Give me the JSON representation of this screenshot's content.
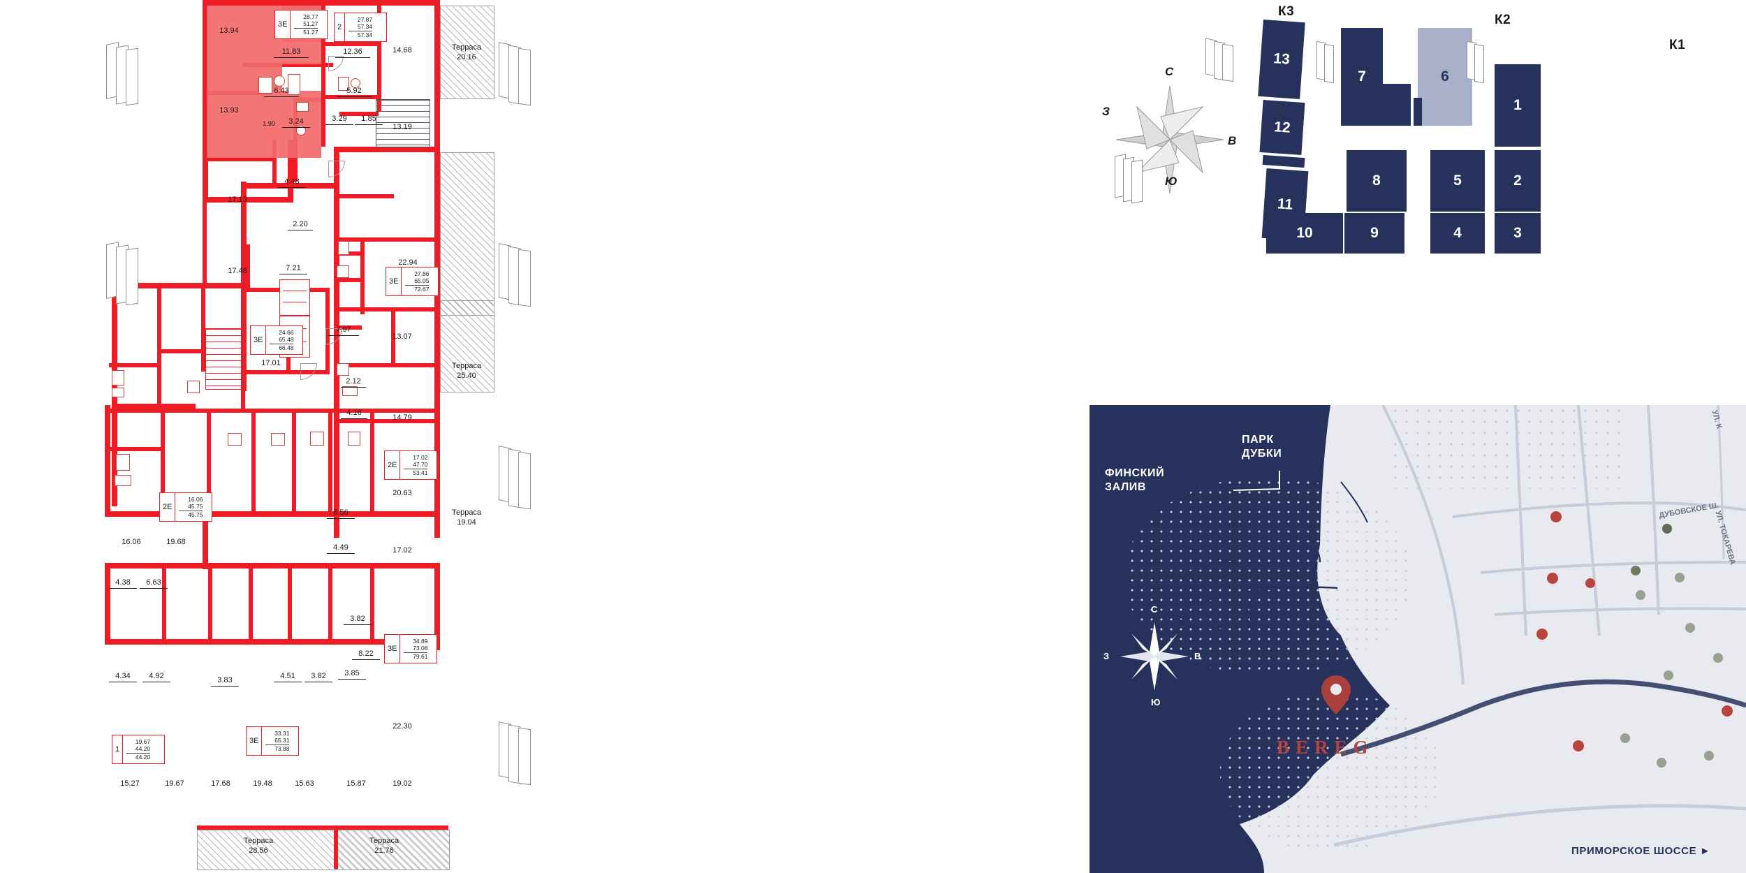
{
  "floorplan": {
    "rooms": [
      {
        "id": "r1",
        "value": "13.94"
      },
      {
        "id": "r2",
        "value": "11.83"
      },
      {
        "id": "r3",
        "value": "12.36"
      },
      {
        "id": "r4",
        "value": "14.68"
      },
      {
        "id": "r5",
        "value": "6.43"
      },
      {
        "id": "r6",
        "value": "5.92"
      },
      {
        "id": "r7",
        "value": "13.93"
      },
      {
        "id": "r8",
        "value": "3.24"
      },
      {
        "id": "r9",
        "value": "1.90"
      },
      {
        "id": "r10",
        "value": "3.29"
      },
      {
        "id": "r11",
        "value": "1.85"
      },
      {
        "id": "r12",
        "value": "13.19"
      },
      {
        "id": "r13",
        "value": "17.13"
      },
      {
        "id": "r14",
        "value": "4.48"
      },
      {
        "id": "r15",
        "value": "2.20"
      },
      {
        "id": "r16",
        "value": "17.46"
      },
      {
        "id": "r17",
        "value": "7.21"
      },
      {
        "id": "r18",
        "value": "22.94"
      },
      {
        "id": "r19",
        "value": "17.01"
      },
      {
        "id": "r20",
        "value": "7.97"
      },
      {
        "id": "r21",
        "value": "13.07"
      },
      {
        "id": "r22",
        "value": "2.12"
      },
      {
        "id": "r23",
        "value": "14.79"
      },
      {
        "id": "r24",
        "value": "4.16"
      },
      {
        "id": "r25",
        "value": "20.63"
      },
      {
        "id": "r26",
        "value": "6.56"
      },
      {
        "id": "r27",
        "value": "17.02"
      },
      {
        "id": "r28",
        "value": "4.49"
      },
      {
        "id": "r29",
        "value": "3.82"
      },
      {
        "id": "r30",
        "value": "8.22"
      },
      {
        "id": "r31",
        "value": "22.30"
      },
      {
        "id": "r32",
        "value": "16.06"
      },
      {
        "id": "r33",
        "value": "19.68"
      },
      {
        "id": "r34",
        "value": "4.38"
      },
      {
        "id": "r35",
        "value": "6.63"
      },
      {
        "id": "r36",
        "value": "4.34"
      },
      {
        "id": "r37",
        "value": "4.92"
      },
      {
        "id": "r38",
        "value": "3.83"
      },
      {
        "id": "r39",
        "value": "4.51"
      },
      {
        "id": "r40",
        "value": "3.82"
      },
      {
        "id": "r41",
        "value": "3.85"
      },
      {
        "id": "r42",
        "value": "15.27"
      },
      {
        "id": "r43",
        "value": "19.67"
      },
      {
        "id": "r44",
        "value": "17.68"
      },
      {
        "id": "r45",
        "value": "19.48"
      },
      {
        "id": "r46",
        "value": "15.63"
      },
      {
        "id": "r47",
        "value": "15.87"
      },
      {
        "id": "r48",
        "value": "19.02"
      }
    ],
    "apartments": [
      {
        "id": "a1",
        "type": "3Е",
        "lines": [
          "28.77",
          "51.27",
          "51.27"
        ]
      },
      {
        "id": "a2",
        "type": "2",
        "lines": [
          "27.87",
          "57.34",
          "57.34"
        ]
      },
      {
        "id": "a3",
        "type": "3Е",
        "lines": [
          "27.86",
          "65.05",
          "72.67"
        ]
      },
      {
        "id": "a4",
        "type": "3Е",
        "lines": [
          "24.66",
          "65.48",
          "66.48"
        ]
      },
      {
        "id": "a5",
        "type": "2Е",
        "lines": [
          "17.02",
          "47.70",
          "53.41"
        ]
      },
      {
        "id": "a6",
        "type": "2Е",
        "lines": [
          "16.06",
          "45.75",
          "45.75"
        ]
      },
      {
        "id": "a7",
        "type": "3Е",
        "lines": [
          "34.89",
          "73.08",
          "79.61"
        ]
      },
      {
        "id": "a8",
        "type": "1",
        "lines": [
          "19.67",
          "44.20",
          "44.20"
        ]
      },
      {
        "id": "a9",
        "type": "3Е",
        "lines": [
          "33.31",
          "65.31",
          "73.88"
        ]
      }
    ],
    "terraces": [
      {
        "id": "t1",
        "title": "Терраса",
        "value": "20.16"
      },
      {
        "id": "t2",
        "title": "Терраса",
        "value": "25.40"
      },
      {
        "id": "t3",
        "title": "Терраса",
        "value": "19.04"
      },
      {
        "id": "t4",
        "title": "Терраса",
        "value": "28.56"
      },
      {
        "id": "t5",
        "title": "Терраса",
        "value": "21.76"
      }
    ]
  },
  "sitekey": {
    "groups": [
      {
        "id": "k3",
        "label": "К3"
      },
      {
        "id": "k2",
        "label": "К2"
      },
      {
        "id": "k1",
        "label": "К1"
      }
    ],
    "buildings": [
      {
        "id": "b13",
        "label": "13"
      },
      {
        "id": "b12",
        "label": "12"
      },
      {
        "id": "b11",
        "label": "11"
      },
      {
        "id": "b10",
        "label": "10"
      },
      {
        "id": "b9",
        "label": "9"
      },
      {
        "id": "b8",
        "label": "8"
      },
      {
        "id": "b7",
        "label": "7"
      },
      {
        "id": "b6",
        "label": "6"
      },
      {
        "id": "b5",
        "label": "5"
      },
      {
        "id": "b4",
        "label": "4"
      },
      {
        "id": "b3",
        "label": "3"
      },
      {
        "id": "b2",
        "label": "2"
      },
      {
        "id": "b1",
        "label": "1"
      }
    ],
    "compass": {
      "n": "С",
      "s": "Ю",
      "w": "З",
      "e": "В"
    }
  },
  "map": {
    "labels": [
      {
        "id": "park",
        "text": "ПАРК\nДУБКИ"
      },
      {
        "id": "gulf",
        "text": "ФИНСКИЙ\nЗАЛИВ"
      }
    ],
    "park_label_line1": "ПАРК",
    "park_label_line2": "ДУБКИ",
    "gulf_label_line1": "ФИНСКИЙ",
    "gulf_label_line2": "ЗАЛИВ",
    "streets": [
      {
        "id": "dubovskoe",
        "text": "ДУБОВСКОЕ Ш."
      },
      {
        "id": "tokareva",
        "text": "УЛ. ТОКАРЕВА"
      },
      {
        "id": "ul_k",
        "text": "УЛ. К"
      }
    ],
    "highway": "ПРИМОРСКОЕ ШОССЕ ►",
    "brand": "BEREG",
    "compass": {
      "n": "С",
      "s": "Ю",
      "w": "З",
      "e": "В"
    }
  }
}
